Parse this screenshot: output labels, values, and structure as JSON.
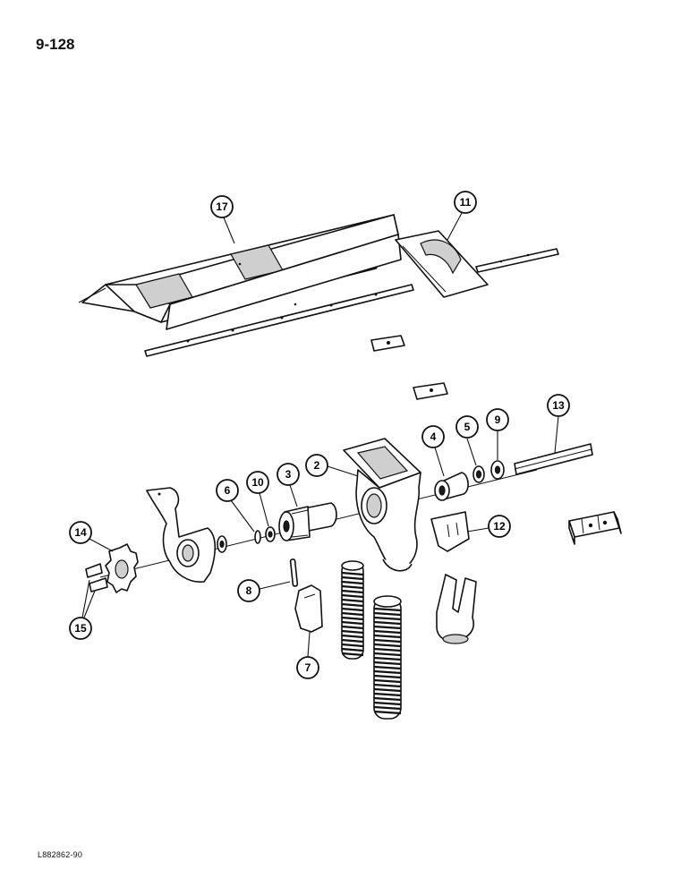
{
  "page": {
    "page_number": "9-128",
    "figure_code": "L882862-90"
  },
  "callouts": [
    {
      "id": "c17",
      "label": "17"
    },
    {
      "id": "c11",
      "label": "11"
    },
    {
      "id": "c13",
      "label": "13"
    },
    {
      "id": "c9",
      "label": "9"
    },
    {
      "id": "c5",
      "label": "5"
    },
    {
      "id": "c4",
      "label": "4"
    },
    {
      "id": "c2",
      "label": "2"
    },
    {
      "id": "c3",
      "label": "3"
    },
    {
      "id": "c10",
      "label": "10"
    },
    {
      "id": "c6",
      "label": "6"
    },
    {
      "id": "c12",
      "label": "12"
    },
    {
      "id": "c14",
      "label": "14"
    },
    {
      "id": "c15",
      "label": "15"
    },
    {
      "id": "c8",
      "label": "8"
    },
    {
      "id": "c7",
      "label": "7"
    }
  ]
}
